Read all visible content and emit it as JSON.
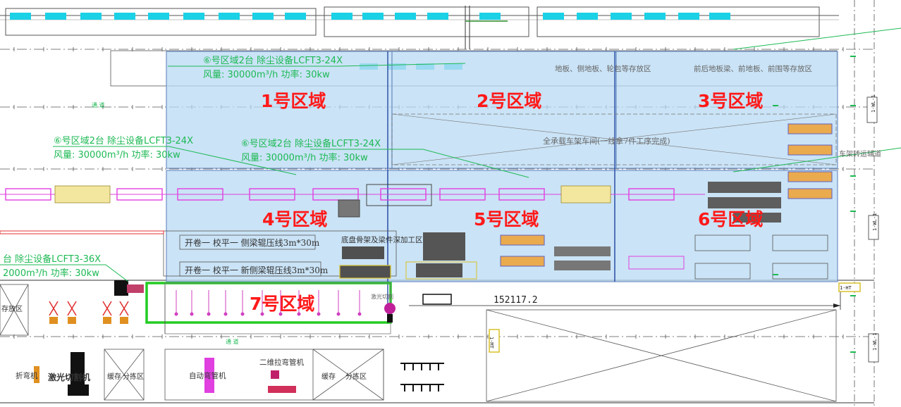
{
  "zones": [
    {
      "label": "1号区域"
    },
    {
      "label": "2号区域"
    },
    {
      "label": "3号区域"
    },
    {
      "label": "4号区域"
    },
    {
      "label": "5号区域"
    },
    {
      "label": "6号区域"
    },
    {
      "label": "7号区域"
    }
  ],
  "fans": {
    "top": {
      "line1": "⑥号区域2台 除尘设备LCFT3-24X",
      "line2": "风量: 30000m³/h  功率: 30kw"
    },
    "left": {
      "line1": "⑥号区域2台 除尘设备LCFT3-24X",
      "line2": "风量: 30000m³/h  功率: 30kw"
    },
    "mid": {
      "line1": "⑥号区域2台 除尘设备LCFT3-24X",
      "line2": "风量: 30000m³/h  功率: 30kw"
    },
    "bottom": {
      "line1": "台 除尘设备LCFT3-36X",
      "line2": "2000m³/h  功率: 30kw"
    }
  },
  "labels": {
    "storage_right": "前后地板梁、前地板、前围等存放区",
    "storage_mid": "地板、侧地板、轮包等存放区",
    "frame_assembly": "全承载车架车间(一线拿7件工序完成)",
    "conveyor": "车架转运辅道",
    "press_line_1": "开卷一 校平一 侧梁辊压线3m*30m",
    "press_line_2": "开卷一 校平一 新侧梁辊压线3m*30m",
    "beam_process": "底盘骨架及梁件深加工区",
    "store_left": "存放区",
    "bending": "折弯机",
    "laser": "激光切割机",
    "auto_bend": "自动弯管机",
    "qr_pull": "二维拉弯管机",
    "buffer1": "缓存",
    "staging1": "分拣区",
    "buffer2": "缓存",
    "staging2": "分拣区",
    "dimension": "152117.2",
    "aisle_left": "通 道",
    "aisle_mid": "通 道",
    "laser_label": "激光切割",
    "tag_a": "1-HT",
    "tag_b": "1-MT",
    "tag_c": "1-WL-1",
    "tag_d": "1-WL-1",
    "tag_e": "1-WL-1"
  },
  "colors": {
    "zone_fill": "#b8daf3",
    "zone_stroke": "#6f8fc4",
    "zone_text": "#ff1a1a",
    "green": "#1db954",
    "magenta": "#e040e0",
    "cyan": "#1ad1e6"
  }
}
